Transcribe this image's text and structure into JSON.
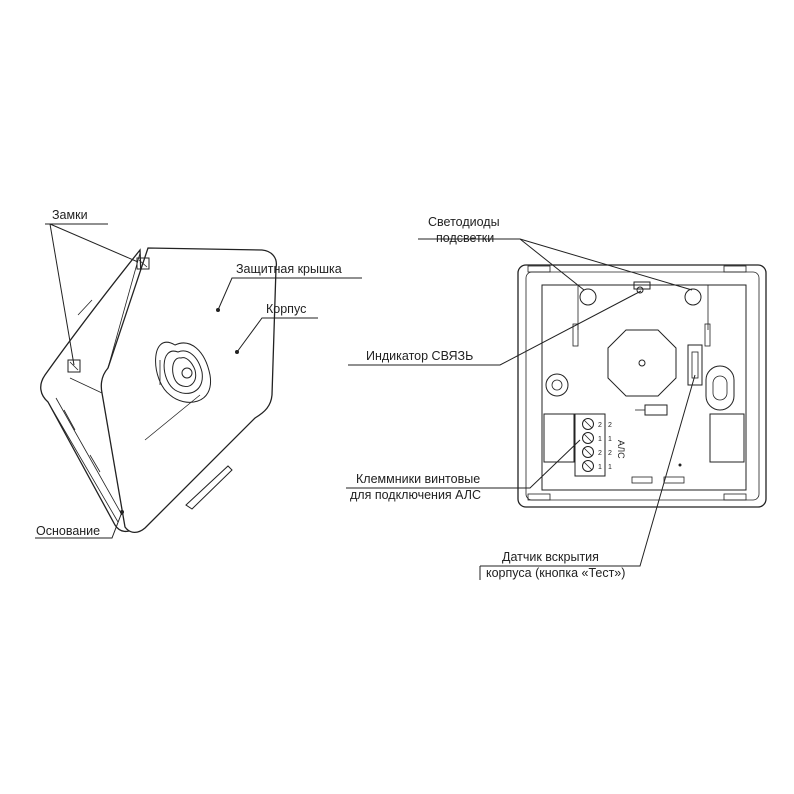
{
  "labels": {
    "locks": "Замки",
    "protective_cover": "Защитная крышка",
    "housing": "Корпус",
    "base": "Основание",
    "backlight_leds_line1": "Светодиоды",
    "backlight_leds_line2": "подсветки",
    "link_indicator": "Индикатор СВЯЗЬ",
    "screw_terminals_line1": "Клеммники винтовые",
    "screw_terminals_line2": "для подключения АЛС",
    "tamper_sensor_line1": "Датчик вскрытия",
    "tamper_sensor_line2": "корпуса (кнопка «Тест»)"
  },
  "terminal_block": {
    "bus_label": "АЛС",
    "pins_top": [
      "2",
      "1",
      "2",
      "1"
    ],
    "pins_bottom": [
      "2",
      "1",
      "2",
      "1"
    ]
  }
}
